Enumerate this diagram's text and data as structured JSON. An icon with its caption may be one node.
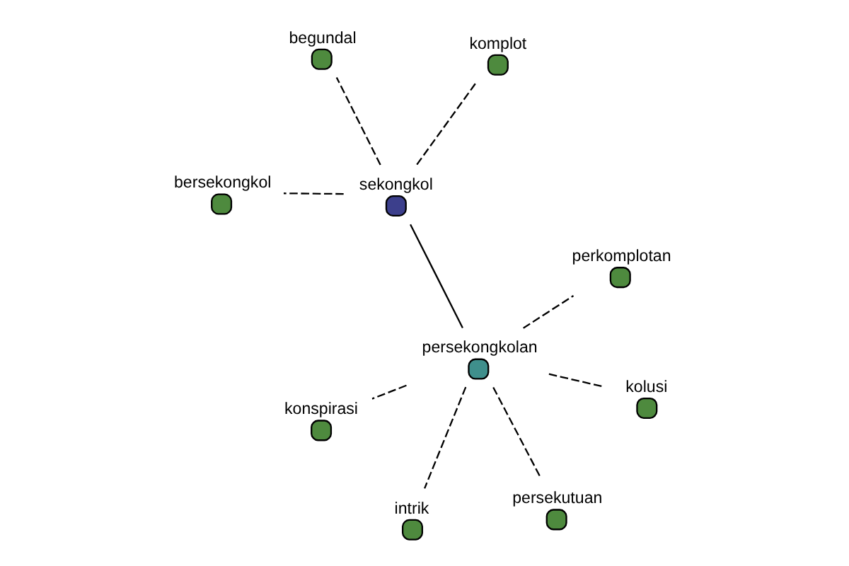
{
  "diagram": {
    "nodes": [
      {
        "text": [
          "bersekongkol"
        ]
      },
      {
        "text": [
          "komplot"
        ]
      },
      {
        "text": [
          "sekongkol"
        ]
      },
      {
        "text": [
          "begundal"
        ]
      },
      {
        "text": [
          "perkomplotan"
        ]
      },
      {
        "text": [
          "konspirasi"
        ]
      },
      {
        "text": [
          "persekongkolan"
        ]
      },
      {
        "text": [
          "kolusi"
        ]
      },
      {
        "text": [
          "persekutuan"
        ]
      },
      {
        "text": [
          "intrik"
        ]
      }
    ],
    "edges": [
      {
        "from": 2,
        "to": 0,
        "arrow": "none",
        "style": "dashed"
      },
      {
        "from": 2,
        "to": 1,
        "arrow": "none",
        "style": "dashed"
      },
      {
        "from": 2,
        "to": 3,
        "arrow": "none",
        "style": "dashed"
      },
      {
        "from": 2,
        "to": 6,
        "arrow": "none"
      },
      {
        "from": 6,
        "to": 4,
        "arrow": "none",
        "style": "dashed"
      },
      {
        "from": 6,
        "to": 5,
        "arrow": "none",
        "style": "dashed"
      },
      {
        "from": 6,
        "to": 7,
        "arrow": "none",
        "style": "dashed"
      },
      {
        "from": 6,
        "to": 8,
        "arrow": "none",
        "style": "dashed"
      },
      {
        "from": 6,
        "to": 9,
        "arrow": "none",
        "style": "dashed"
      }
    ]
  }
}
